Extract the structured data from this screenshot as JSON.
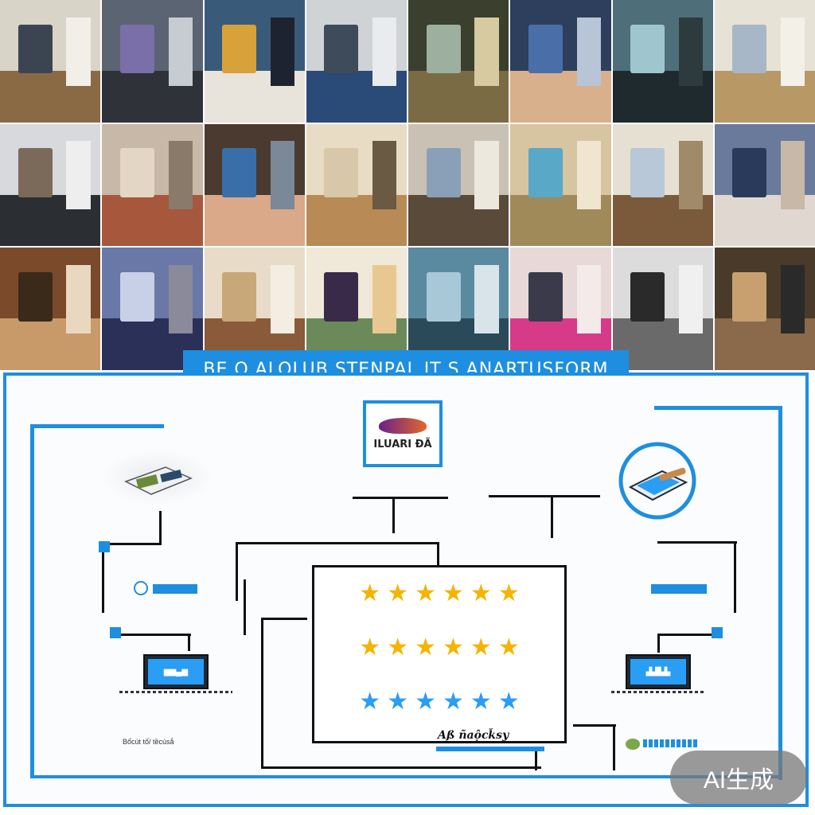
{
  "banner": {
    "title": "BE O ALOLUB STENPAL IT S ANARTUSFORM"
  },
  "diagram": {
    "logo_text": "ILUARI ĐÃ",
    "left_pill": "",
    "right_pill": "",
    "left_caption": "Bổcút  tổ/ tềcúsắ",
    "signature": "Aß ñaộcǩsy",
    "right_caption": "",
    "left_monitor_text": "▆▆▄▆",
    "right_monitor_text": "▟▟▙▙",
    "star_rows": [
      {
        "count": 6,
        "color": "#f5b400"
      },
      {
        "count": 6,
        "color": "#f5b400"
      },
      {
        "count": 6,
        "color": "#2a9df4"
      }
    ]
  },
  "badge": {
    "text": "AI生成"
  },
  "colors": {
    "accent": "#1e8ee0",
    "line": "#111111",
    "gold_star": "#f5b400",
    "blue_star": "#2a9df4"
  },
  "collage_tiles": [
    {
      "bg": "#d9d4c8",
      "a": "#8a6a45",
      "b": "#3b4552",
      "c": "#f2efe8"
    },
    {
      "bg": "#5a6472",
      "a": "#2f3339",
      "b": "#7a6fa8",
      "c": "#c7ccd3"
    },
    {
      "bg": "#3a5a7a",
      "a": "#e8e4dc",
      "b": "#d9a13a",
      "c": "#1d2430"
    },
    {
      "bg": "#cfd3d6",
      "a": "#2a4a78",
      "b": "#3e4b5b",
      "c": "#e9ebee"
    },
    {
      "bg": "#3a3f2e",
      "a": "#7a6b45",
      "b": "#9db0a0",
      "c": "#d7c9a0"
    },
    {
      "bg": "#2d3f5d",
      "a": "#d8b08c",
      "b": "#4a6fa8",
      "c": "#b8c5d6"
    },
    {
      "bg": "#4e6f7a",
      "a": "#1f2a2e",
      "b": "#9fc6cf",
      "c": "#2d3a3e"
    },
    {
      "bg": "#e6e2d6",
      "a": "#b89865",
      "b": "#a8b7c8",
      "c": "#f3f0e8"
    },
    {
      "bg": "#d8d9dc",
      "a": "#2b2f33",
      "b": "#7b6a5a",
      "c": "#eeeeef"
    },
    {
      "bg": "#c7b8a8",
      "a": "#a6573c",
      "b": "#e3d6c4",
      "c": "#8a7a6a"
    },
    {
      "bg": "#4a3a30",
      "a": "#d9a98a",
      "b": "#3a6ea8",
      "c": "#7a8898"
    },
    {
      "bg": "#e9dcc4",
      "a": "#b88a55",
      "b": "#d8c7a8",
      "c": "#6a5a44"
    },
    {
      "bg": "#c9c2b4",
      "a": "#5a4a3a",
      "b": "#8aa0b8",
      "c": "#ede8de"
    },
    {
      "bg": "#d7c4a0",
      "a": "#a08a5a",
      "b": "#5aa8c8",
      "c": "#f0e6d0"
    },
    {
      "bg": "#e6e0d2",
      "a": "#7a5a3a",
      "b": "#b8c8d8",
      "c": "#a08a6a"
    },
    {
      "bg": "#6a7a9a",
      "a": "#e0d8d0",
      "b": "#2a3a5a",
      "c": "#c8b8a8"
    },
    {
      "bg": "#7a4a2a",
      "a": "#c89a6a",
      "b": "#3a2a1a",
      "c": "#e8d8c0"
    },
    {
      "bg": "#6a78a8",
      "a": "#2a3058",
      "b": "#c8d0e8",
      "c": "#8a8a9a"
    },
    {
      "bg": "#e8dcc8",
      "a": "#8a5a3a",
      "b": "#c8a878",
      "c": "#f4eee2"
    },
    {
      "bg": "#f0e8d8",
      "a": "#6a8a5a",
      "b": "#3a2a4a",
      "c": "#e8c890"
    },
    {
      "bg": "#5a8aa0",
      "a": "#2a4a5a",
      "b": "#a8c8d8",
      "c": "#d8e4ea"
    },
    {
      "bg": "#e8d8d8",
      "a": "#d83a8a",
      "b": "#3a3a4a",
      "c": "#f4eaea"
    },
    {
      "bg": "#dcdcdc",
      "a": "#6a6a6a",
      "b": "#2a2a2a",
      "c": "#f0f0f0"
    },
    {
      "bg": "#4a3a2a",
      "a": "#8a6a4a",
      "b": "#c8a070",
      "c": "#2a2a2a"
    }
  ]
}
